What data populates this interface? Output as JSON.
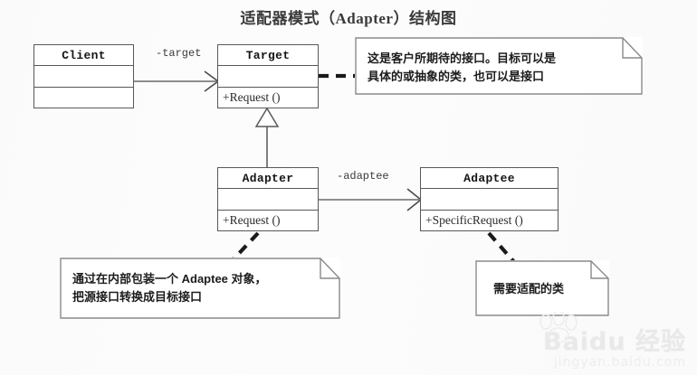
{
  "diagram": {
    "title": "适配器模式（Adapter）结构图",
    "type": "uml-class-diagram"
  },
  "classes": [
    {
      "id": "client",
      "name": "Client",
      "attributes": "",
      "operations": ""
    },
    {
      "id": "target",
      "name": "Target",
      "attributes": "",
      "operations": "+Request ()"
    },
    {
      "id": "adapter",
      "name": "Adapter",
      "attributes": "",
      "operations": "+Request ()"
    },
    {
      "id": "adaptee",
      "name": "Adaptee",
      "attributes": "",
      "operations": "+SpecificRequest ()"
    }
  ],
  "relations": [
    {
      "id": "client-target",
      "from": "Client",
      "to": "Target",
      "label": "-target",
      "kind": "association"
    },
    {
      "id": "adapter-target",
      "from": "Adapter",
      "to": "Target",
      "label": "",
      "kind": "generalization"
    },
    {
      "id": "adapter-adaptee",
      "from": "Adapter",
      "to": "Adaptee",
      "label": "-adaptee",
      "kind": "association"
    }
  ],
  "notes": [
    {
      "id": "note-target",
      "text": "这是客户所期待的接口。目标可以是\n具体的或抽象的类，也可以是接口",
      "attached_to": "Target"
    },
    {
      "id": "note-adapter",
      "text": "通过在内部包装一个 Adaptee 对象，\n把源接口转换成目标接口",
      "attached_to": "Adapter"
    },
    {
      "id": "note-adaptee",
      "text": "需要适配的类",
      "attached_to": "Adaptee"
    }
  ],
  "watermark": {
    "main": "Baidu 经验",
    "sub": "jingyan.baidu.com"
  },
  "colors": {
    "box_border": "#585858",
    "line": "#6a6a6a",
    "dashed": "#1a1a1a",
    "background": "#fcfcfc",
    "text": "#1c1c1c"
  }
}
